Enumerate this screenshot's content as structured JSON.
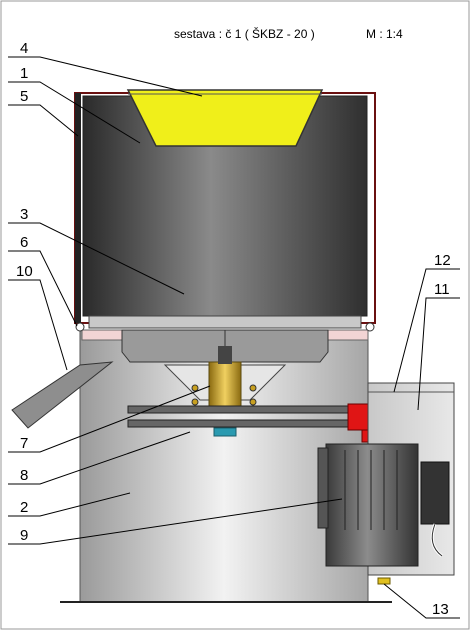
{
  "header": {
    "assembly": "sestava : č 1 ( ŠKBZ - 20 )",
    "scale": "M : 1:4"
  },
  "callouts": [
    "4",
    "1",
    "5",
    "3",
    "6",
    "10",
    "12",
    "11",
    "7",
    "8",
    "2",
    "9",
    "13"
  ],
  "colors": {
    "hopper": "#f0ef1a",
    "belt_pulley": "#e01515",
    "shaft_bronze": "#c8a020",
    "frame_dark": "#555555"
  }
}
